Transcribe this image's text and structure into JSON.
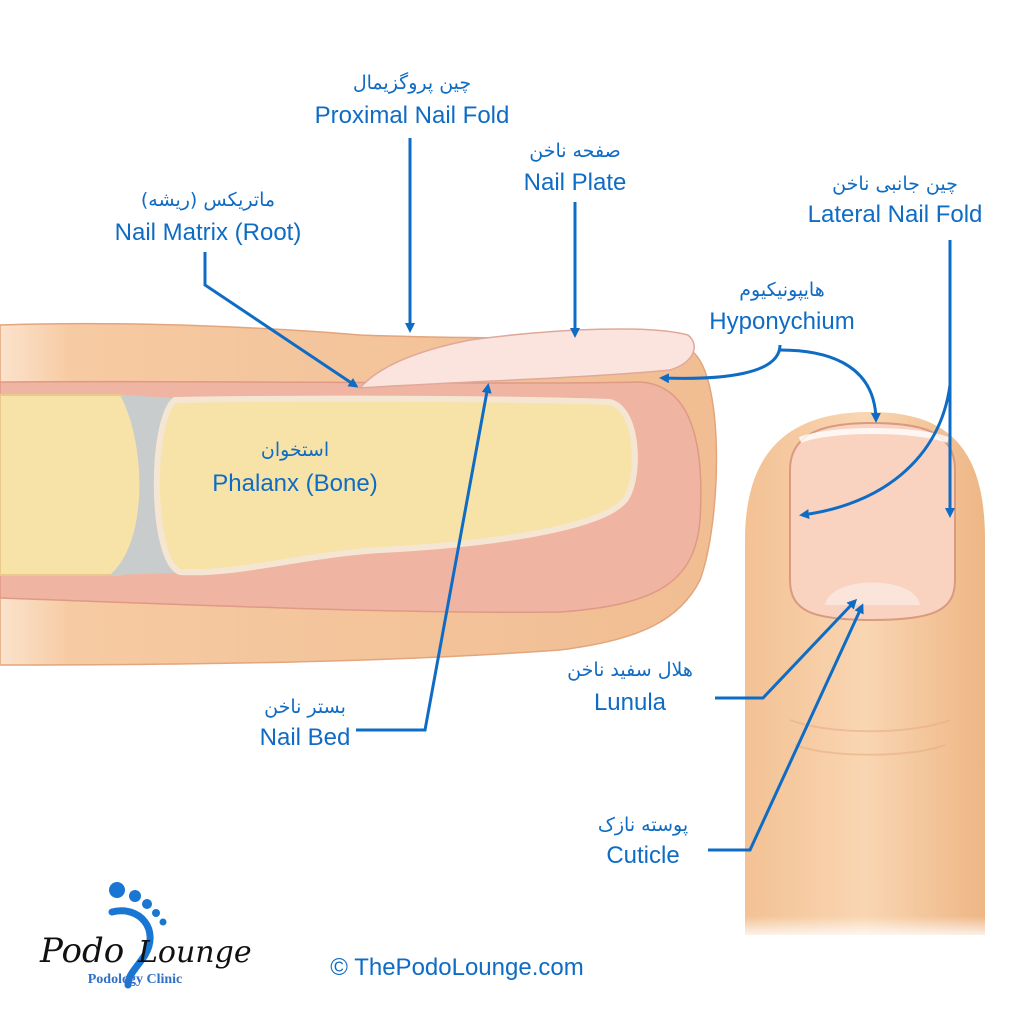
{
  "labels": {
    "proximal_fold": {
      "fa": "چین پروگزیمال",
      "en": "Proximal Nail Fold"
    },
    "nail_plate": {
      "fa": "صفحه ناخن",
      "en": "Nail Plate"
    },
    "nail_matrix": {
      "fa": "ماتریکس (ریشه)",
      "en": "Nail Matrix (Root)"
    },
    "lateral_fold": {
      "fa": "چین جانبی ناخن",
      "en": "Lateral Nail Fold"
    },
    "hyponychium": {
      "fa": "هایپونیکیوم",
      "en": "Hyponychium"
    },
    "phalanx": {
      "fa": "استخوان",
      "en": "Phalanx (Bone)"
    },
    "nail_bed": {
      "fa": "بستر ناخن",
      "en": "Nail Bed"
    },
    "lunula": {
      "fa": "هلال سفید ناخن",
      "en": "Lunula"
    },
    "cuticle": {
      "fa": "پوسته نازک",
      "en": "Cuticle"
    }
  },
  "logo": {
    "name": "PodoLounge",
    "tagline": "Podology Clinic"
  },
  "copyright": "© ThePodoLounge.com",
  "colors": {
    "label": "#0f6cc4",
    "skin": "#f6c9a0",
    "flesh": "#f0b4a2",
    "bone": "#f7e3a8",
    "joint": "#c9cccc"
  }
}
